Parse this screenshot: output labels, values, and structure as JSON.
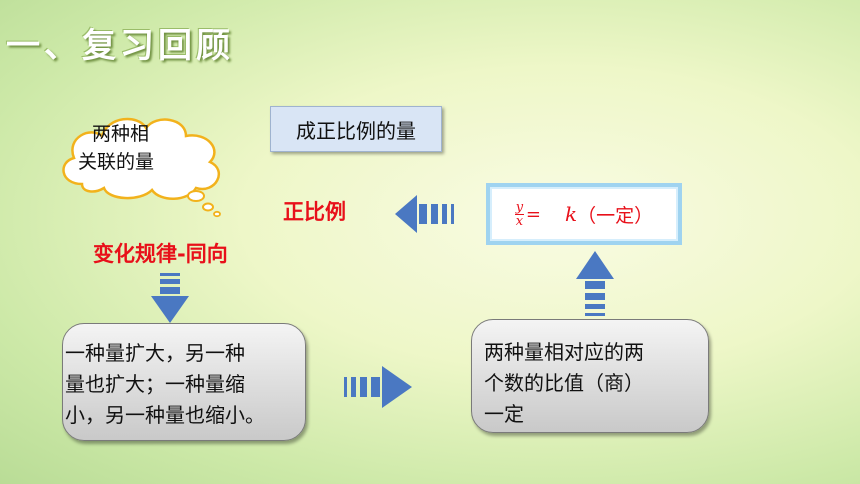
{
  "title": "一、复习回顾",
  "top_box": {
    "label": "成正比例的量"
  },
  "cloud": {
    "line1": "两种相",
    "line2": "关联的量"
  },
  "direct_prop_label": "正比例",
  "change_rule_label": "变化规律-同向",
  "formula": {
    "numerator": "y",
    "denominator": "x",
    "equals": "=",
    "k": "k",
    "paren": "（一定）"
  },
  "left_box": {
    "line1": "一种量扩大，另一种",
    "line2": "量也扩大；一种量缩",
    "line3": "小，另一种量也缩小。"
  },
  "right_box": {
    "line1": "两种量相对应的两",
    "line2": "个数的比值（商）",
    "line3": "一定"
  },
  "colors": {
    "red": "#e8101a",
    "arrow_blue": "#4a78c2",
    "cloud_border": "#f2b21c"
  },
  "icons": {
    "arrows": [
      "arrow-left-icon",
      "arrow-down-icon",
      "arrow-right-icon",
      "arrow-up-icon"
    ]
  }
}
